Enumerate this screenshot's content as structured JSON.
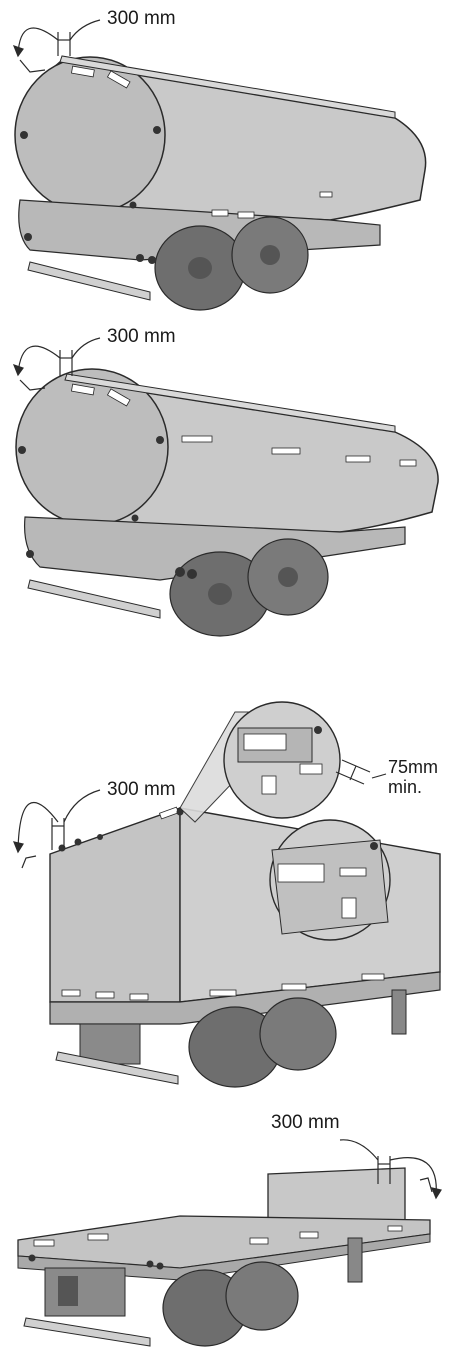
{
  "figures": [
    {
      "id": "tanker-single-compartment",
      "label": "300 mm"
    },
    {
      "id": "tanker-multi-compartment",
      "label": "300 mm"
    },
    {
      "id": "box-trailer",
      "label": "300 mm",
      "detail_label_line1": "75mm",
      "detail_label_line2": "min."
    },
    {
      "id": "flatbed-trailer",
      "label": "300 mm"
    }
  ],
  "colors": {
    "body_fill": "#c9c9c9",
    "body_dark": "#9a9a9a",
    "tire": "#6e6e6e",
    "line": "#2a2a2a",
    "reflector": "#ffffff"
  }
}
